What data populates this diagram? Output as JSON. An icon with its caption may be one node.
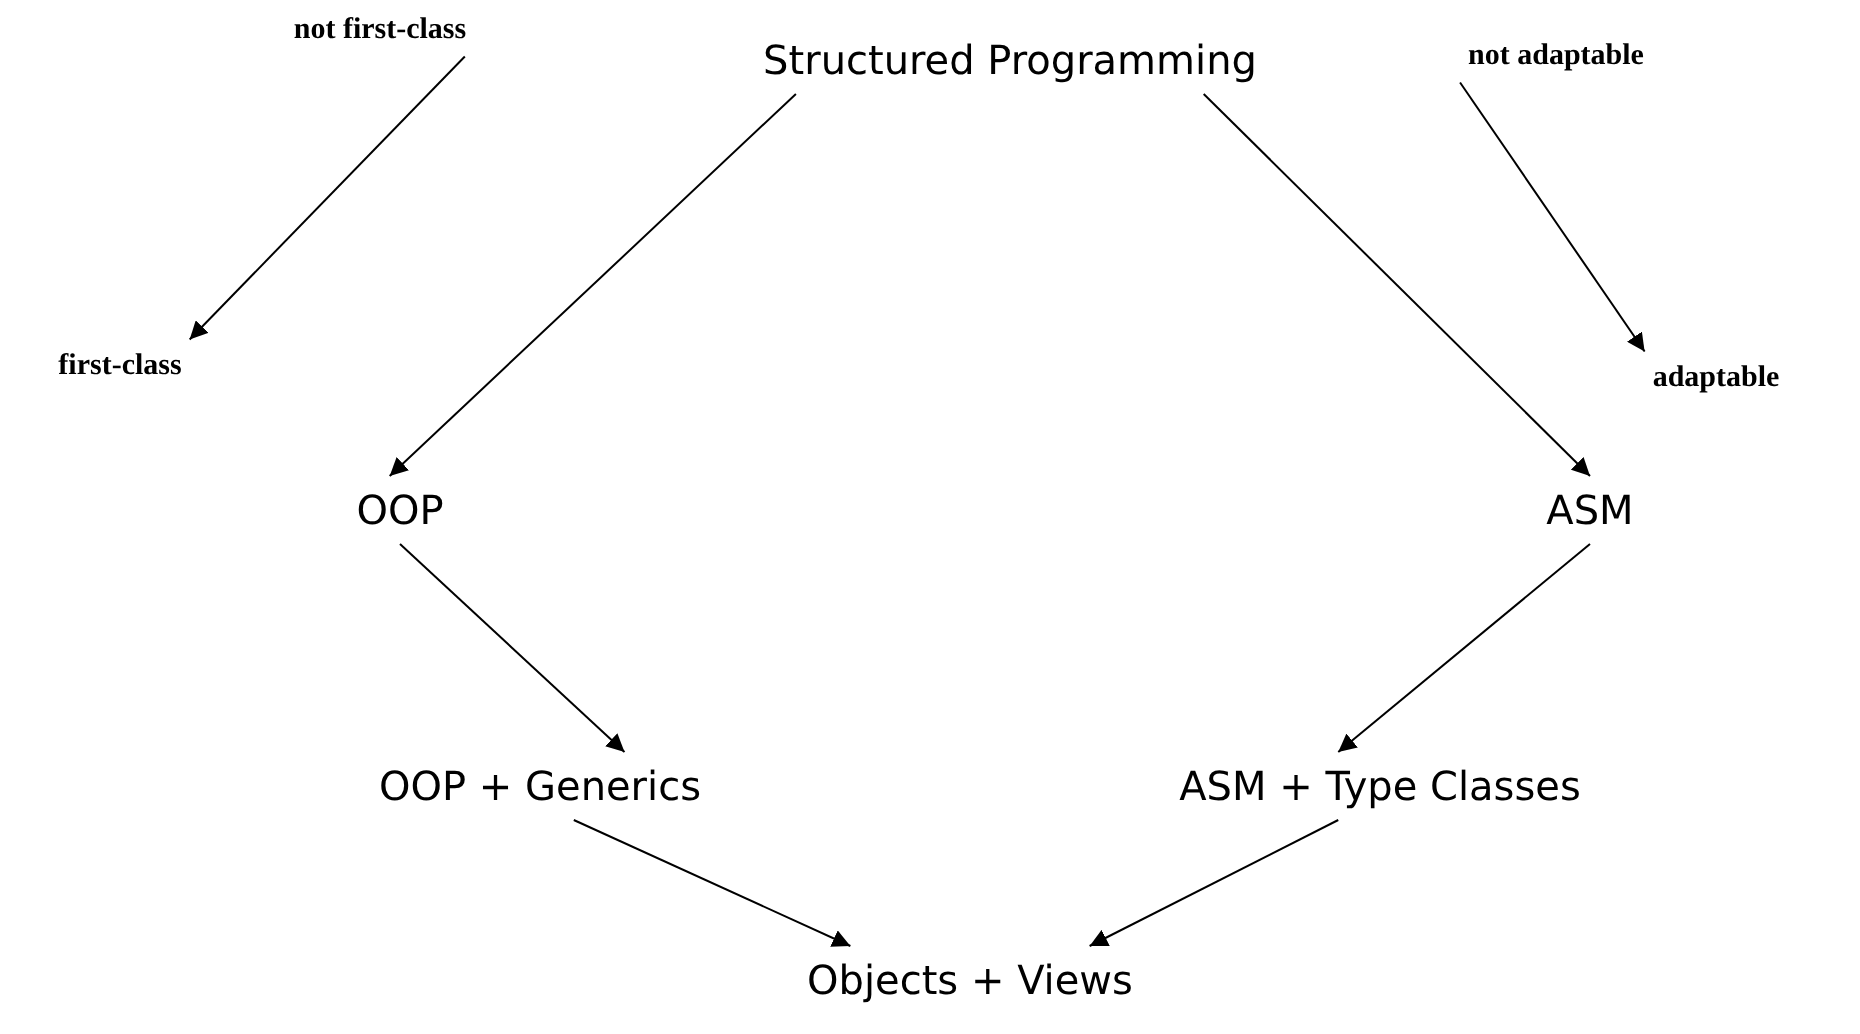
{
  "diagram": {
    "nodes": [
      {
        "text": [
          "Structured Programming"
        ]
      },
      {
        "text": [
          "not first-class"
        ]
      },
      {
        "text": [
          "first-class"
        ]
      },
      {
        "text": [
          "not adaptable"
        ]
      },
      {
        "text": [
          "adaptable"
        ]
      },
      {
        "text": [
          "OOP"
        ]
      },
      {
        "text": [
          "ASM"
        ]
      },
      {
        "text": [
          "OOP + Generics"
        ]
      },
      {
        "text": [
          "ASM + Type Classes"
        ]
      },
      {
        "text": [
          "Objects + Views"
        ]
      }
    ],
    "edges": [
      {
        "from": 1,
        "to": 2,
        "arrow": "to"
      },
      {
        "from": 3,
        "to": 4,
        "arrow": "to"
      },
      {
        "from": 0,
        "to": 5,
        "arrow": "to"
      },
      {
        "from": 0,
        "to": 6,
        "arrow": "to"
      },
      {
        "from": 5,
        "to": 7,
        "arrow": "to"
      },
      {
        "from": 6,
        "to": 8,
        "arrow": "to"
      },
      {
        "from": 7,
        "to": 9,
        "arrow": "to"
      },
      {
        "from": 8,
        "to": 9,
        "arrow": "to"
      }
    ]
  }
}
